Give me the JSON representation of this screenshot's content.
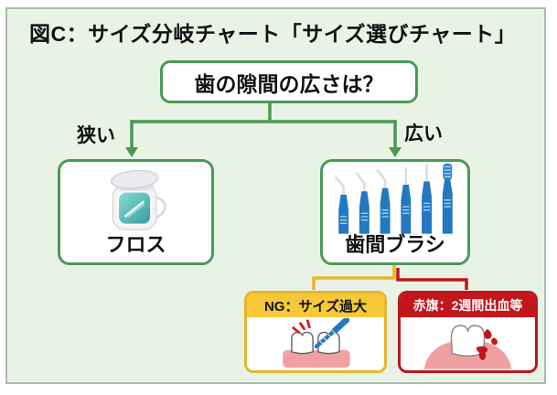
{
  "title": "図C：サイズ分岐チャート「サイズ選びチャート」",
  "flowchart": {
    "question": "歯の隙間の広さは？",
    "branches": {
      "left": {
        "condition": "狭い",
        "result": "フロス"
      },
      "right": {
        "condition": "広い",
        "result": "歯間ブラシ"
      }
    },
    "warnings": {
      "ng": {
        "label": "NG：サイズ過大"
      },
      "red_flag": {
        "label": "赤旗：2週間出血等"
      }
    }
  },
  "icons": {
    "floss": "dental-floss-container-icon",
    "brushes": "interdental-brushes-icon",
    "ng": "brush-oversize-pain-icon",
    "red_flag": "bleeding-gum-icon"
  },
  "colors": {
    "bg": "#e8f3e6",
    "frame_border": "#a6bca9",
    "green": "#4a9a55",
    "yellow_border": "#e9b52e",
    "yellow_fill": "#f5c838",
    "red_border": "#bd161c",
    "red_fill": "#c3161c",
    "brush_blue": "#2279c0",
    "gum_pink": "#f0a0a2",
    "teal": "#3aa7a4",
    "text": "#111111"
  }
}
